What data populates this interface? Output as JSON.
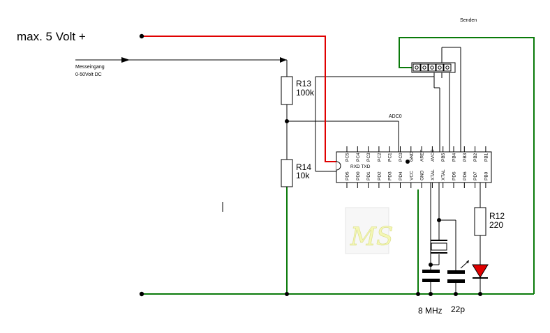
{
  "labels": {
    "supply": "max. 5 Volt +",
    "input_title": "Messeingang",
    "input_range": "0-50Volt DC",
    "r13_name": "R13",
    "r13_value": "100k",
    "r14_name": "R14",
    "r14_value": "10k",
    "adc": "ADC0",
    "send": "Senden",
    "r12_name": "R12",
    "r12_value": "220",
    "crystal": "8 MHz",
    "caps": "22p",
    "watermark": "MS",
    "rxd_txd": "RXD TXD"
  },
  "ic": {
    "top_pins": [
      "PC5",
      "PC4",
      "PC3",
      "PC2",
      "PC1",
      "PC0",
      "GND",
      "AREF",
      "AVCC",
      "PB5",
      "PB4",
      "PB3",
      "PB2",
      "PB1"
    ],
    "bottom_pins": [
      "PD5",
      "PD0",
      "PD1",
      "PD2",
      "PD3",
      "PD4",
      "VCC",
      "GND",
      "XTAL",
      "XTAL",
      "PD5",
      "PD6",
      "PD7",
      "PB0"
    ]
  },
  "colors": {
    "wire": "#000000",
    "supply_wire": "#e00000",
    "ground_wire": "#0a7a0a",
    "led": "#e00000",
    "watermark": "#f4f7b4"
  }
}
